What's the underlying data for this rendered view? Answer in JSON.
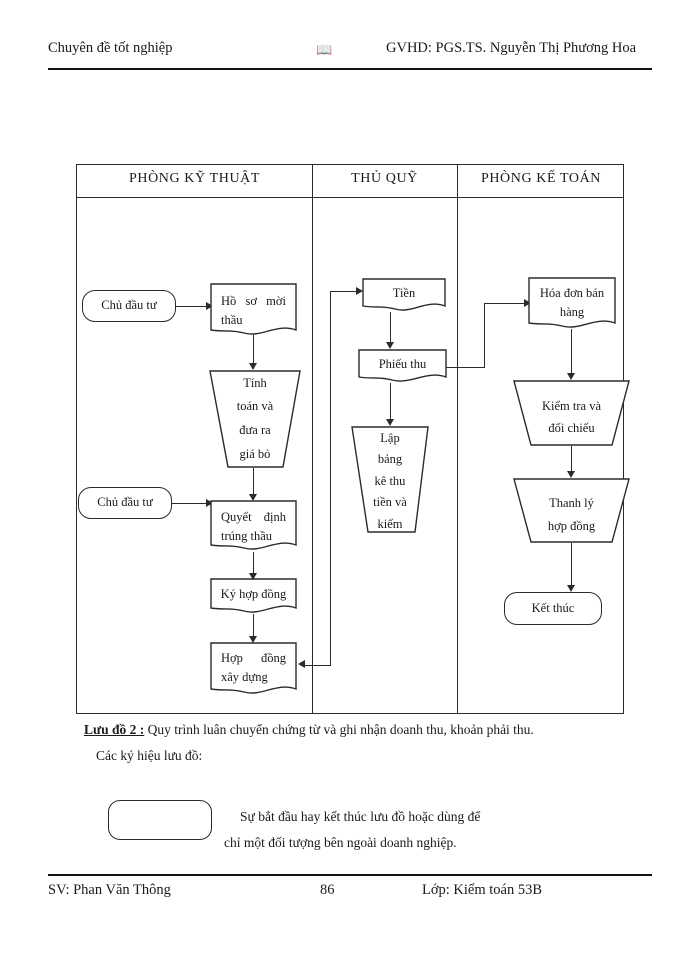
{
  "header": {
    "left": "Chuyên đề tốt nghiệp",
    "icon": "open-book-icon",
    "icon_glyph": "📖",
    "right": "GVHD: PGS.TS.  Nguyễn Thị Phương Hoa"
  },
  "footer": {
    "student": "SV: Phan Văn Thông",
    "page_number": "86",
    "class": "Lớp: Kiểm toán 53B"
  },
  "flowchart": {
    "lanes": [
      {
        "title": "PHÒNG KỸ THUẬT"
      },
      {
        "title": "THỦ QUỸ"
      },
      {
        "title": "PHÒNG KẾ TOÁN"
      }
    ],
    "nodes": {
      "chu_dau_tu_1": {
        "label": "Chủ đầu tư",
        "shape": "terminator",
        "lane": "PHÒNG KỸ THUẬT"
      },
      "chu_dau_tu_2": {
        "label": "Chủ đầu tư",
        "shape": "terminator",
        "lane": "PHÒNG KỸ THUẬT"
      },
      "ho_so_moi_thau": {
        "line1a": "Hồ",
        "line1b": "sơ",
        "line1c": "mời",
        "line2": "thầu",
        "shape": "document",
        "lane": "PHÒNG KỸ THUẬT"
      },
      "tinh_toan": {
        "l1": "Tính",
        "l2": "toán và",
        "l3": "đưa ra",
        "l4": "giá bỏ",
        "shape": "trapezoid",
        "lane": "PHÒNG KỸ THUẬT"
      },
      "quyet_dinh": {
        "line1a": "Quyết",
        "line1b": "định",
        "line2": "trúng thầu",
        "shape": "document",
        "lane": "PHÒNG KỸ THUẬT"
      },
      "ky_hop_dong": {
        "label": "Ký hợp đồng",
        "shape": "document",
        "lane": "PHÒNG KỸ THUẬT"
      },
      "hop_dong_xd": {
        "line1a": "Hợp",
        "line1b": "đồng",
        "line2": "xây dựng",
        "shape": "document",
        "lane": "PHÒNG KỸ THUẬT"
      },
      "tien": {
        "label": "Tiền",
        "shape": "document",
        "lane": "THỦ QUỸ"
      },
      "phieu_thu": {
        "label": "Phiếu thu",
        "shape": "document",
        "lane": "THỦ QUỸ"
      },
      "lap_bang_ke": {
        "l1": "Lập",
        "l2": "bảng",
        "l3": "kê thu",
        "l4": "tiền và",
        "l5": "kiểm",
        "shape": "trapezoid",
        "lane": "THỦ QUỸ"
      },
      "hoa_don": {
        "line1": "Hóa đơn bán",
        "line2": "hàng",
        "shape": "document",
        "lane": "PHÒNG KẾ TOÁN"
      },
      "kiem_tra": {
        "l1": "Kiểm tra và",
        "l2": "đối chiếu",
        "shape": "trapezoid",
        "lane": "PHÒNG KẾ TOÁN"
      },
      "thanh_ly": {
        "l1": "Thanh lý",
        "l2": "hợp đồng",
        "shape": "trapezoid",
        "lane": "PHÒNG KẾ TOÁN"
      },
      "ket_thuc": {
        "label": "Kết thúc",
        "shape": "terminator",
        "lane": "PHÒNG KẾ TOÁN"
      }
    }
  },
  "caption": {
    "key": "Lưu đồ 2 :",
    "text": " Quy trình luân chuyển chứng từ và ghi nhận doanh thu, khoản phải thu."
  },
  "legend": {
    "heading": "Các ký hiệu lưu đồ:",
    "line1": "Sự bắt đầu hay kết thúc lưu đồ hoặc dùng để",
    "line2": "chỉ một đối tượng bên ngoài doanh nghiệp."
  }
}
